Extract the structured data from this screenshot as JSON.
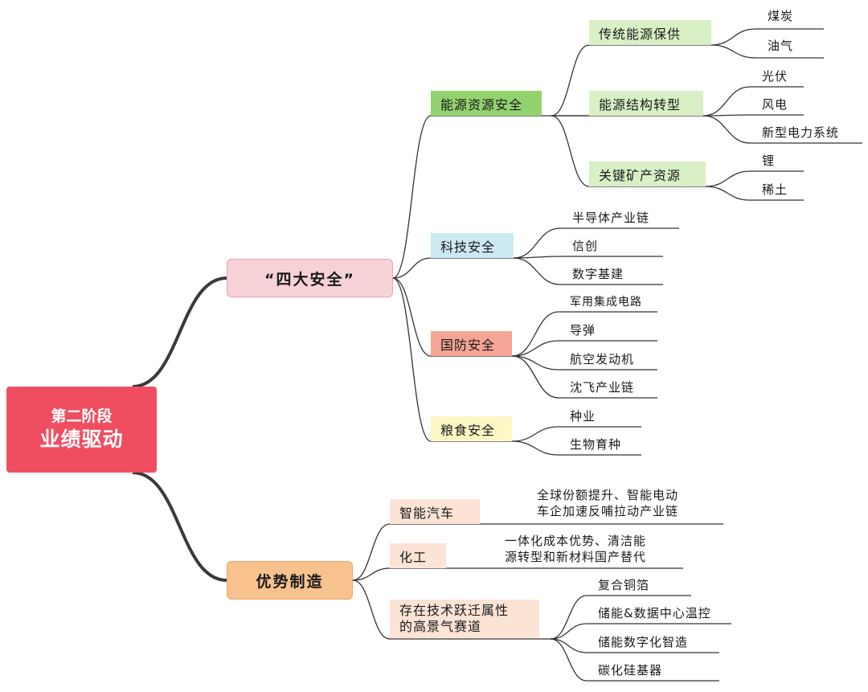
{
  "root": {
    "line1": "第二阶段",
    "line2": "业绩驱动"
  },
  "main_a": {
    "label": "“四大安全”",
    "children": [
      {
        "label": "能源资源安全",
        "color": "#93d26f",
        "children": [
          {
            "label": "传统能源保供",
            "color": "#d9f0c6",
            "leaves": [
              "煤炭",
              "油气"
            ]
          },
          {
            "label": "能源结构转型",
            "color": "#d9f0c6",
            "leaves": [
              "光伏",
              "风电",
              "新型电力系统"
            ]
          },
          {
            "label": "关键矿产资源",
            "color": "#d9f0c6",
            "leaves": [
              "锂",
              "稀土"
            ]
          }
        ]
      },
      {
        "label": "科技安全",
        "color": "#cde9f2",
        "leaves": [
          "半导体产业链",
          "信创",
          "数字基建"
        ]
      },
      {
        "label": "国防安全",
        "color": "#f5a596",
        "leaves": [
          "军用集成电路",
          "导弹",
          "航空发动机",
          "沈飞产业链"
        ]
      },
      {
        "label": "粮食安全",
        "color": "#fbf8c6",
        "leaves": [
          "种业",
          "生物育种"
        ]
      }
    ]
  },
  "main_b": {
    "label": "优势制造",
    "children": [
      {
        "label": "智能汽车",
        "color": "#fbe3d6",
        "leaves": [
          [
            "全球份额提升、智能电动",
            "车企加速反哺拉动产业链"
          ]
        ]
      },
      {
        "label": "化工",
        "color": "#fbe3d6",
        "leaves": [
          [
            "一体化成本优势、清洁能",
            "源转型和新材料国产替代"
          ]
        ]
      },
      {
        "label": [
          "存在技术跃迁属性",
          "的高景气赛道"
        ],
        "color": "#fbe3d6",
        "leaves": [
          "复合铜箔",
          "储能&数据中心温控",
          "储能数字化智造",
          "碳化硅基器"
        ]
      }
    ]
  }
}
